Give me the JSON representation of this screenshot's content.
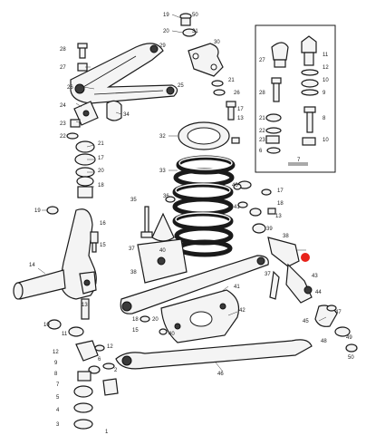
{
  "labels": {
    "l1": "1",
    "l2": "2",
    "l3": "3",
    "l4": "4",
    "l5": "5",
    "l6": "6",
    "l7": "7",
    "l8": "8",
    "l9": "9",
    "l10": "10",
    "l11": "11",
    "l12": "12",
    "l13": "13",
    "l14": "14",
    "l15": "15",
    "l16": "16",
    "l17": "17",
    "l18": "18",
    "l19": "19",
    "l20": "20",
    "l21": "21",
    "l22": "22",
    "l23": "23",
    "l24": "24",
    "l25": "25",
    "l26": "26",
    "l27": "27",
    "l28": "28",
    "l29": "29",
    "l30": "30",
    "l31": "31",
    "l32": "32",
    "l33": "33",
    "l34": "34",
    "l35": "35",
    "l36": "36",
    "l37": "37",
    "l38": "38",
    "l39": "39",
    "l40": "40",
    "l41": "41",
    "l42": "42",
    "l43": "43",
    "l44": "44",
    "l45": "45",
    "l46": "46",
    "l47": "47",
    "l48": "48",
    "l49": "49",
    "l50": "50"
  },
  "colors": {
    "ink": "#1a1a1a",
    "paper": "#ffffff",
    "marker": "#e8221a"
  }
}
